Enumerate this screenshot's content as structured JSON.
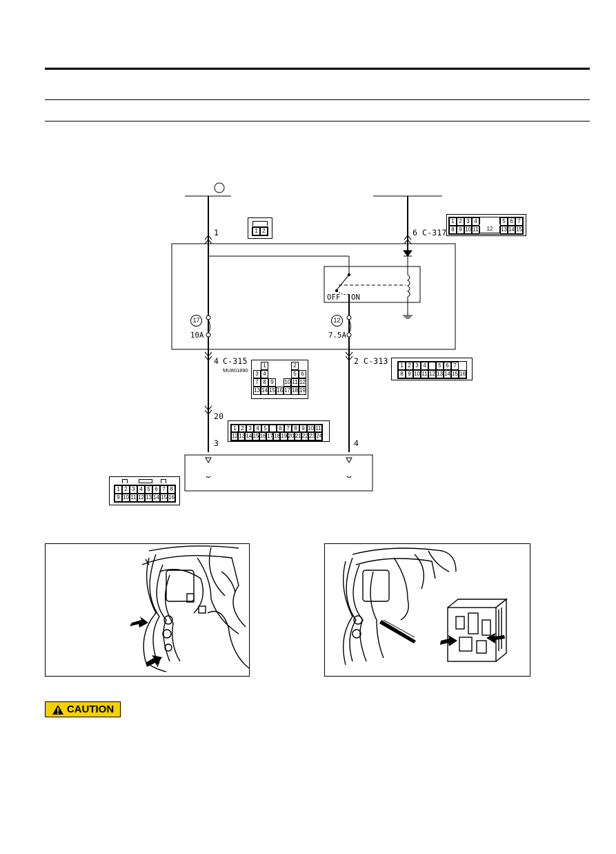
{
  "pin_labels": {
    "p1": "1",
    "p6": "6",
    "c317": "C-317",
    "p4": "4",
    "c315": "C-315",
    "part_no": "MU801890",
    "p2": "2",
    "c313": "C-313",
    "p20": "20",
    "p3": "3",
    "p4b": "4"
  },
  "relay": {
    "off": "OFF",
    "on": "ON"
  },
  "fuses": [
    {
      "number": "17",
      "rating": "10A"
    },
    {
      "number": "12",
      "rating": "7.5A"
    }
  ],
  "connectors": {
    "small2": [
      "1",
      "2"
    ],
    "c317_top": [
      "1",
      "2",
      "3",
      "4",
      "",
      "5",
      "6",
      "7"
    ],
    "c317_bot": [
      "8",
      "9",
      "10",
      "11",
      "12",
      "13",
      "14",
      "15"
    ],
    "c315_rows": [
      [
        "1",
        "",
        "",
        "",
        "2",
        ""
      ],
      [
        "3",
        "4",
        "",
        "",
        "5",
        "6"
      ],
      [
        "7",
        "8",
        "9",
        "",
        "10",
        "11",
        "12"
      ],
      [
        "13",
        "14",
        "15",
        "16",
        "17",
        "18",
        "19"
      ]
    ],
    "c313_top": [
      "1",
      "2",
      "3",
      "4",
      "",
      "5",
      "6",
      "7"
    ],
    "c313_bot": [
      "8",
      "9",
      "10",
      "11",
      "12",
      "13",
      "14",
      "15",
      "16"
    ],
    "c20_top": [
      "1",
      "2",
      "3",
      "4",
      "5",
      "",
      "6",
      "7",
      "8",
      "9",
      "10",
      "11"
    ],
    "c20_bot": [
      "12",
      "13",
      "14",
      "15",
      "16",
      "17",
      "18",
      "19",
      "20",
      "21",
      "22",
      "23",
      "24"
    ],
    "left16_top": [
      "1",
      "2",
      "3",
      "4",
      "5",
      "6",
      "7",
      "8"
    ],
    "left16_bot": [
      "9",
      "10",
      "11",
      "12",
      "13",
      "14",
      "15",
      "16"
    ]
  },
  "caution": {
    "label": "CAUTION",
    "icon": "warning-triangle-icon"
  }
}
